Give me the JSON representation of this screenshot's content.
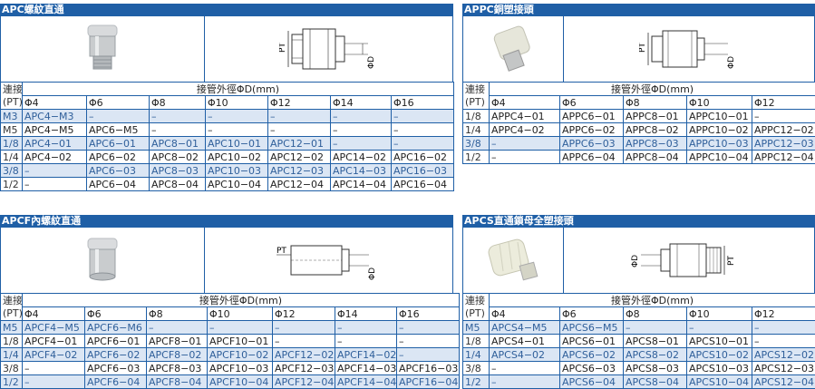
{
  "panels": [
    {
      "id": "apc",
      "title": "APC螺紋直通",
      "connect_label": "連接",
      "pt_label": "(PT)",
      "od_label": "接管外徑ΦD(mm)",
      "cols": [
        "Φ4",
        "Φ6",
        "Φ8",
        "Φ10",
        "Φ12",
        "Φ14",
        "Φ16"
      ],
      "rows": [
        {
          "thread": "M3",
          "hl": true,
          "cells": [
            "APC4−M3",
            "–",
            "–",
            "–",
            "–",
            "–",
            "–"
          ]
        },
        {
          "thread": "M5",
          "hl": false,
          "cells": [
            "APC4−M5",
            "APC6−M5",
            "–",
            "–",
            "–",
            "–",
            "–"
          ]
        },
        {
          "thread": "1/8",
          "hl": true,
          "cells": [
            "APC4−01",
            "APC6−01",
            "APC8−01",
            "APC10−01",
            "APC12−01",
            "–",
            "–"
          ]
        },
        {
          "thread": "1/4",
          "hl": false,
          "cells": [
            "APC4−02",
            "APC6−02",
            "APC8−02",
            "APC10−02",
            "APC12−02",
            "APC14−02",
            "APC16−02"
          ]
        },
        {
          "thread": "3/8",
          "hl": true,
          "cells": [
            "–",
            "APC6−03",
            "APC8−03",
            "APC10−03",
            "APC12−03",
            "APC14−03",
            "APC16−03"
          ]
        },
        {
          "thread": "1/2",
          "hl": false,
          "cells": [
            "–",
            "APC6−04",
            "APC8−04",
            "APC10−04",
            "APC12−04",
            "APC14−04",
            "APC16−04"
          ]
        }
      ]
    },
    {
      "id": "appc",
      "title": "APPC銅塑接頭",
      "connect_label": "連接",
      "pt_label": "(PT)",
      "od_label": "接管外徑ΦD(mm)",
      "cols": [
        "Φ4",
        "Φ6",
        "Φ8",
        "Φ10",
        "Φ12"
      ],
      "rows": [
        {
          "thread": "1/8",
          "hl": false,
          "cells": [
            "APPC4−01",
            "APPC6−01",
            "APPC8−01",
            "APPC10−01",
            "–"
          ]
        },
        {
          "thread": "1/4",
          "hl": false,
          "cells": [
            "APPC4−02",
            "APPC6−02",
            "APPC8−02",
            "APPC10−02",
            "APPC12−02"
          ]
        },
        {
          "thread": "3/8",
          "hl": true,
          "cells": [
            "–",
            "APPC6−03",
            "APPC8−03",
            "APPC10−03",
            "APPC12−03"
          ]
        },
        {
          "thread": "1/2",
          "hl": false,
          "cells": [
            "–",
            "APPC6−04",
            "APPC8−04",
            "APPC10−04",
            "APPC12−04"
          ]
        }
      ]
    },
    {
      "id": "apcf",
      "title": "APCF內螺紋直通",
      "connect_label": "連接",
      "pt_label": "(PT)",
      "od_label": "接管外徑ΦD(mm)",
      "cols": [
        "Φ4",
        "Φ6",
        "Φ8",
        "Φ10",
        "Φ12",
        "Φ14",
        "Φ16"
      ],
      "rows": [
        {
          "thread": "M5",
          "hl": true,
          "cells": [
            "APCF4−M5",
            "APCF6−M6",
            "–",
            "–",
            "–",
            "–",
            "–"
          ]
        },
        {
          "thread": "1/8",
          "hl": false,
          "cells": [
            "APCF4−01",
            "APCF6−01",
            "APCF8−01",
            "APCF10−01",
            "–",
            "–",
            "–"
          ]
        },
        {
          "thread": "1/4",
          "hl": true,
          "cells": [
            "APCF4−02",
            "APCF6−02",
            "APCF8−02",
            "APCF10−02",
            "APCF12−02",
            "APCF14−02",
            "–"
          ]
        },
        {
          "thread": "3/8",
          "hl": false,
          "cells": [
            "–",
            "APCF6−03",
            "APCF8−03",
            "APCF10−03",
            "APCF12−03",
            "APCF14−03",
            "APCF16−03"
          ]
        },
        {
          "thread": "1/2",
          "hl": true,
          "cells": [
            "–",
            "APCF6−04",
            "APCF8−04",
            "APCF10−04",
            "APCF12−04",
            "APCF14−04",
            "APCF16−04"
          ]
        }
      ]
    },
    {
      "id": "apcs",
      "title": "APCS直通鎖母全塑接頭",
      "connect_label": "連接",
      "pt_label": "(PT)",
      "od_label": "接管外徑ΦD(mm)",
      "cols": [
        "Φ4",
        "Φ6",
        "Φ8",
        "Φ10",
        "Φ12"
      ],
      "rows": [
        {
          "thread": "M5",
          "hl": true,
          "cells": [
            "APCS4−M5",
            "APCS6−M5",
            "–",
            "–",
            "–"
          ]
        },
        {
          "thread": "1/8",
          "hl": false,
          "cells": [
            "APCS4−01",
            "APCS6−01",
            "APCS8−01",
            "APCS10−01",
            "–"
          ]
        },
        {
          "thread": "1/4",
          "hl": true,
          "cells": [
            "APCS4−02",
            "APCS6−02",
            "APCS8−02",
            "APCS10−02",
            "APCS12−02"
          ]
        },
        {
          "thread": "3/8",
          "hl": false,
          "cells": [
            "–",
            "APCS6−03",
            "APCS8−03",
            "APCS10−03",
            "APCS12−03"
          ]
        },
        {
          "thread": "1/2",
          "hl": true,
          "cells": [
            "–",
            "APCS6−04",
            "APCS8−04",
            "APCS10−04",
            "APCS12−04"
          ]
        }
      ]
    }
  ],
  "drawing_labels": {
    "pt": "PT",
    "od": "ΦD"
  }
}
